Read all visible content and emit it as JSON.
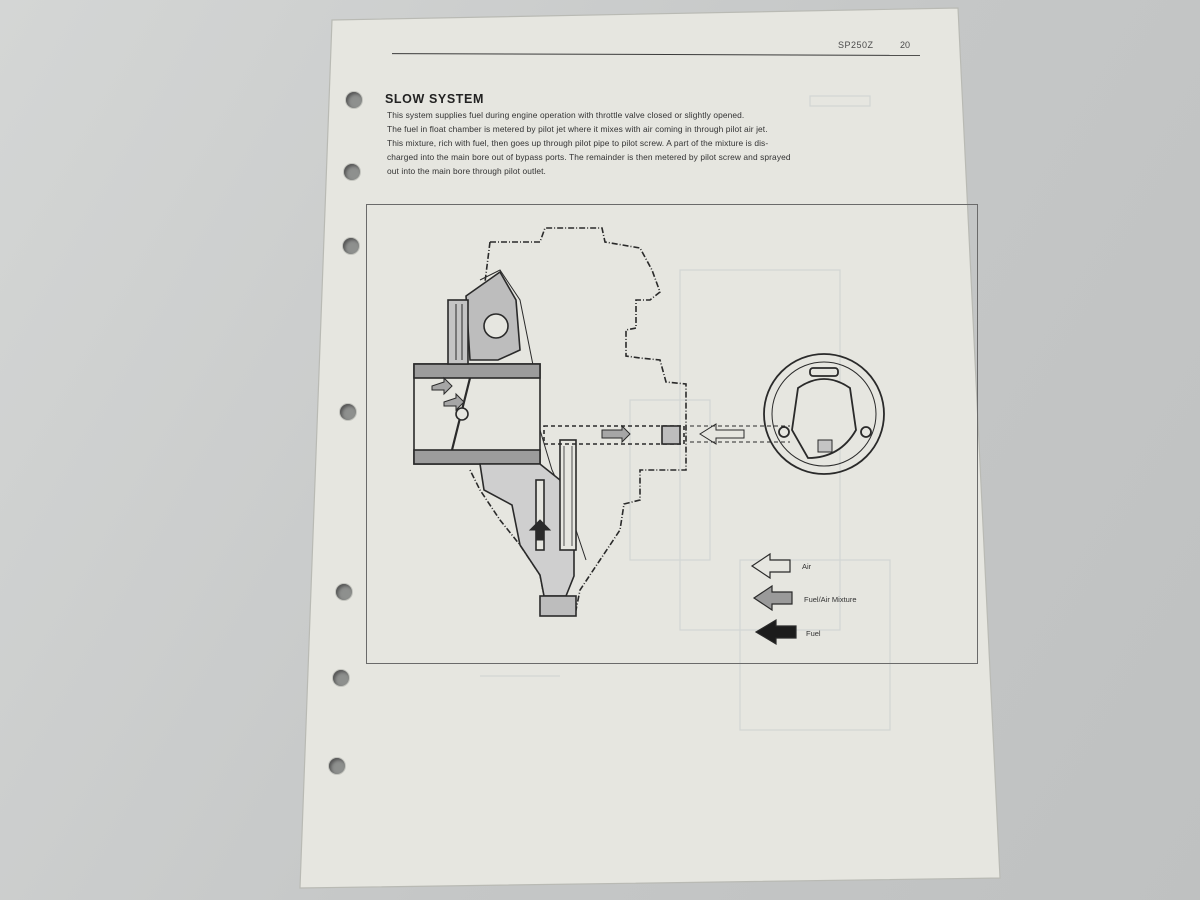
{
  "header": {
    "code": "SP250Z",
    "page_number": "20"
  },
  "section": {
    "title": "SLOW SYSTEM",
    "lines": [
      "This system supplies fuel during engine operation with throttle valve closed or slightly opened.",
      "The fuel in float chamber is metered by pilot jet where it mixes with air coming in through pilot air jet.",
      "This mixture, rich with fuel, then goes up through pilot pipe to pilot screw.  A part of the mixture is dis-",
      "charged into the main bore out of bypass ports.  The remainder is then metered by pilot screw and sprayed",
      "out into the main bore through pilot outlet."
    ]
  },
  "legend": {
    "items": [
      {
        "label": "Air",
        "style": "outline"
      },
      {
        "label": "Fuel/Air Mixture",
        "style": "gray"
      },
      {
        "label": "Fuel",
        "style": "black"
      }
    ]
  },
  "colors": {
    "paper": "#e6e6e0",
    "background": "#c9cbcb",
    "ink": "#2a2a2a",
    "mixture_gray": "#9a9a9a"
  }
}
